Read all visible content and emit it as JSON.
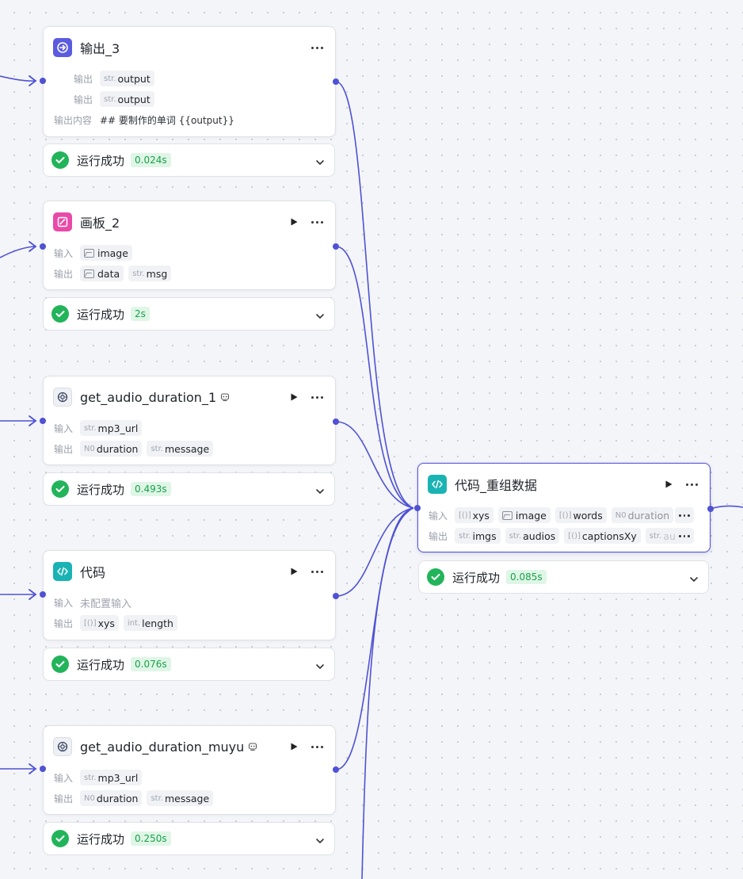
{
  "colors": {
    "edge": "#4f52d3",
    "success": "#22b45a",
    "selected_border": "#5a59d6"
  },
  "nodes": {
    "output3": {
      "title": "输出_3",
      "icon": "output-icon",
      "rows": [
        {
          "label": "输出",
          "chips": [
            {
              "type": "str.",
              "name": "output"
            }
          ]
        },
        {
          "label": "输出",
          "chips": [
            {
              "type": "str.",
              "name": "output"
            }
          ]
        },
        {
          "label": "输出内容",
          "text": "## 要制作的单词 {{output}}"
        }
      ],
      "status": {
        "text": "运行成功",
        "time": "0.024s"
      }
    },
    "canvas2": {
      "title": "画板_2",
      "icon": "canvas-icon",
      "input_label": "输入",
      "output_label": "输出",
      "inputs": [
        "image"
      ],
      "outputs": [
        "data",
        "msg"
      ],
      "output_types": [
        "img",
        "str."
      ],
      "status": {
        "text": "运行成功",
        "time": "2s"
      }
    },
    "audio1": {
      "title": "get_audio_duration_1",
      "icon": "plugin-icon",
      "input_label": "输入",
      "output_label": "输出",
      "inputs": [
        {
          "type": "str.",
          "name": "mp3_url"
        }
      ],
      "outputs": [
        {
          "type": "N0",
          "name": "duration"
        },
        {
          "type": "str.",
          "name": "message"
        }
      ],
      "status": {
        "text": "运行成功",
        "time": "0.493s"
      }
    },
    "code": {
      "title": "代码",
      "icon": "code-icon",
      "input_label": "输入",
      "input_text": "未配置输入",
      "output_label": "输出",
      "outputs": [
        {
          "type": "[()]",
          "name": "xys"
        },
        {
          "type": "int.",
          "name": "length"
        }
      ],
      "status": {
        "text": "运行成功",
        "time": "0.076s"
      }
    },
    "muyu": {
      "title": "get_audio_duration_muyu",
      "icon": "plugin-icon",
      "input_label": "输入",
      "output_label": "输出",
      "inputs": [
        {
          "type": "str.",
          "name": "mp3_url"
        }
      ],
      "outputs": [
        {
          "type": "N0",
          "name": "duration"
        },
        {
          "type": "str.",
          "name": "message"
        }
      ],
      "status": {
        "text": "运行成功",
        "time": "0.250s"
      }
    },
    "regroup": {
      "title": "代码_重组数据",
      "icon": "code-icon",
      "input_label": "输入",
      "output_label": "输出",
      "inputs": [
        {
          "type": "[()]",
          "name": "xys"
        },
        {
          "type": "img",
          "name": "image"
        },
        {
          "type": "[()]",
          "name": "words"
        },
        {
          "type": "N0",
          "name": "duration"
        }
      ],
      "outputs": [
        {
          "type": "str.",
          "name": "imgs"
        },
        {
          "type": "str.",
          "name": "audios"
        },
        {
          "type": "[()]",
          "name": "captionsXy"
        },
        {
          "type": "str.",
          "name": "au"
        }
      ],
      "status": {
        "text": "运行成功",
        "time": "0.085s"
      }
    }
  }
}
